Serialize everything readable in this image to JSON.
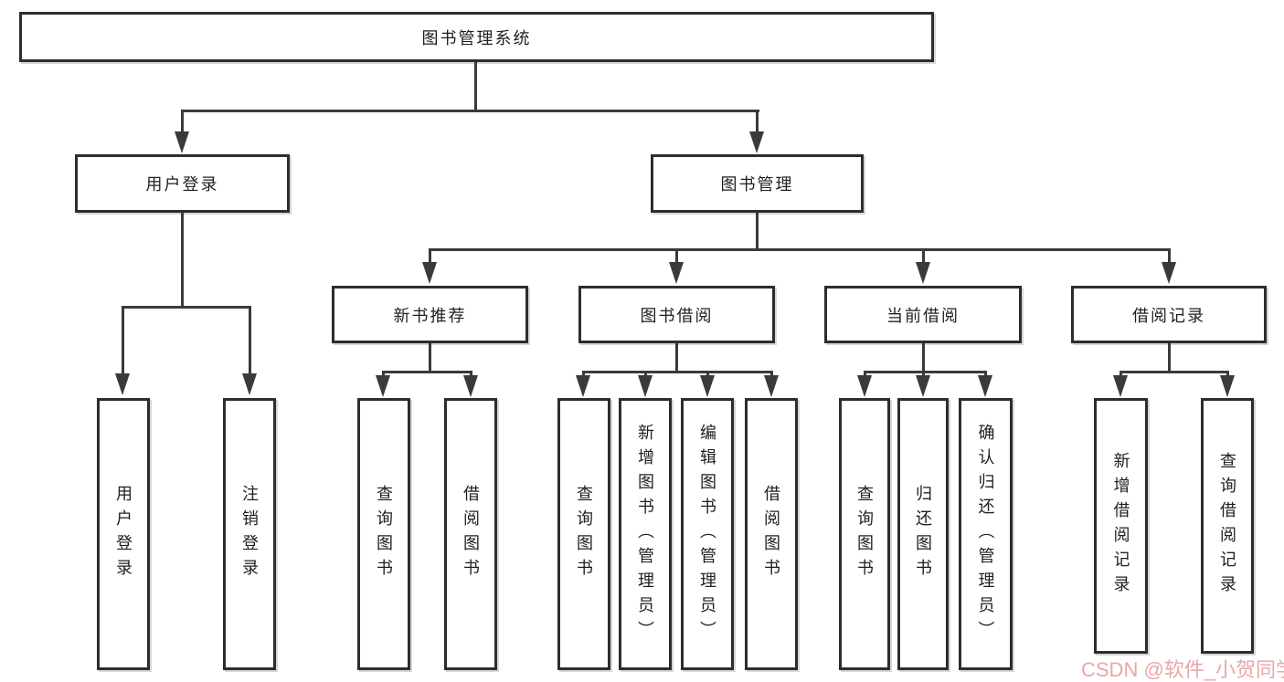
{
  "tree": {
    "root": {
      "label": "图书管理系统"
    },
    "branches": [
      {
        "label": "用户登录",
        "leaves": [
          "用户登录",
          "注销登录"
        ]
      },
      {
        "label": "图书管理",
        "groups": [
          {
            "label": "新书推荐",
            "leaves": [
              "查询图书",
              "借阅图书"
            ]
          },
          {
            "label": "图书借阅",
            "leaves": [
              "查询图书",
              "新增图书（管理员）",
              "编辑图书（管理员）",
              "借阅图书"
            ]
          },
          {
            "label": "当前借阅",
            "leaves": [
              "查询图书",
              "归还图书",
              "确认归还（管理员）"
            ]
          },
          {
            "label": "借阅记录",
            "leaves": [
              "新增借阅记录",
              "查询借阅记录"
            ]
          }
        ]
      }
    ]
  },
  "watermark": {
    "text": "CSDN @软件_小贺同学"
  },
  "colors": {
    "line": "#3a3a3a",
    "box_border": "#2d2d2d",
    "background": "#ffffff",
    "watermark": "#e8a8a8"
  }
}
